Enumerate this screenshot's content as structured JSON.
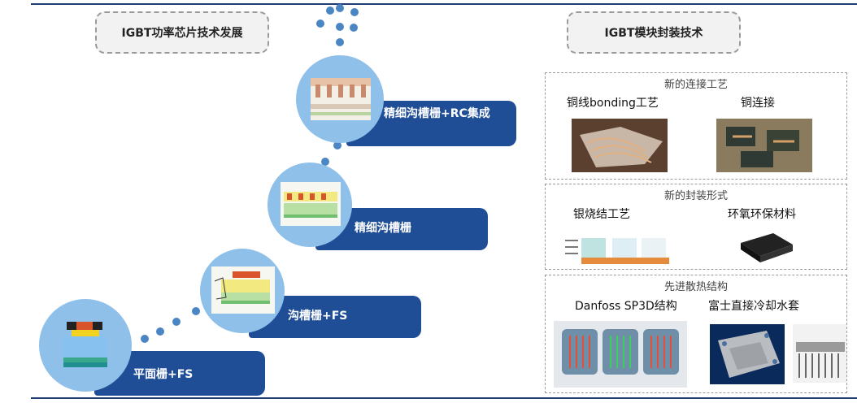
{
  "left": {
    "header": "IGBT功率芯片技术发展",
    "steps": [
      {
        "label": "平面栅+FS"
      },
      {
        "label": "沟槽栅+FS"
      },
      {
        "label": "精细沟槽栅"
      },
      {
        "label": "精细沟槽栅+RC集成"
      }
    ]
  },
  "right": {
    "header": "IGBT模块封装技术",
    "panels": [
      {
        "title": "新的连接工艺",
        "items": [
          "铜线bonding工艺",
          "铜连接"
        ]
      },
      {
        "title": "新的封装形式",
        "items": [
          "银烧结工艺",
          "环氧环保材料"
        ]
      },
      {
        "title": "先进散热结构",
        "items": [
          "Danfoss SP3D结构",
          "富士直接冷却水套"
        ]
      }
    ]
  },
  "colors": {
    "step_bar": "#1f4e96",
    "circle": "#8fc0ea",
    "dots": "#4a86c4",
    "rule": "#1f3d73"
  }
}
